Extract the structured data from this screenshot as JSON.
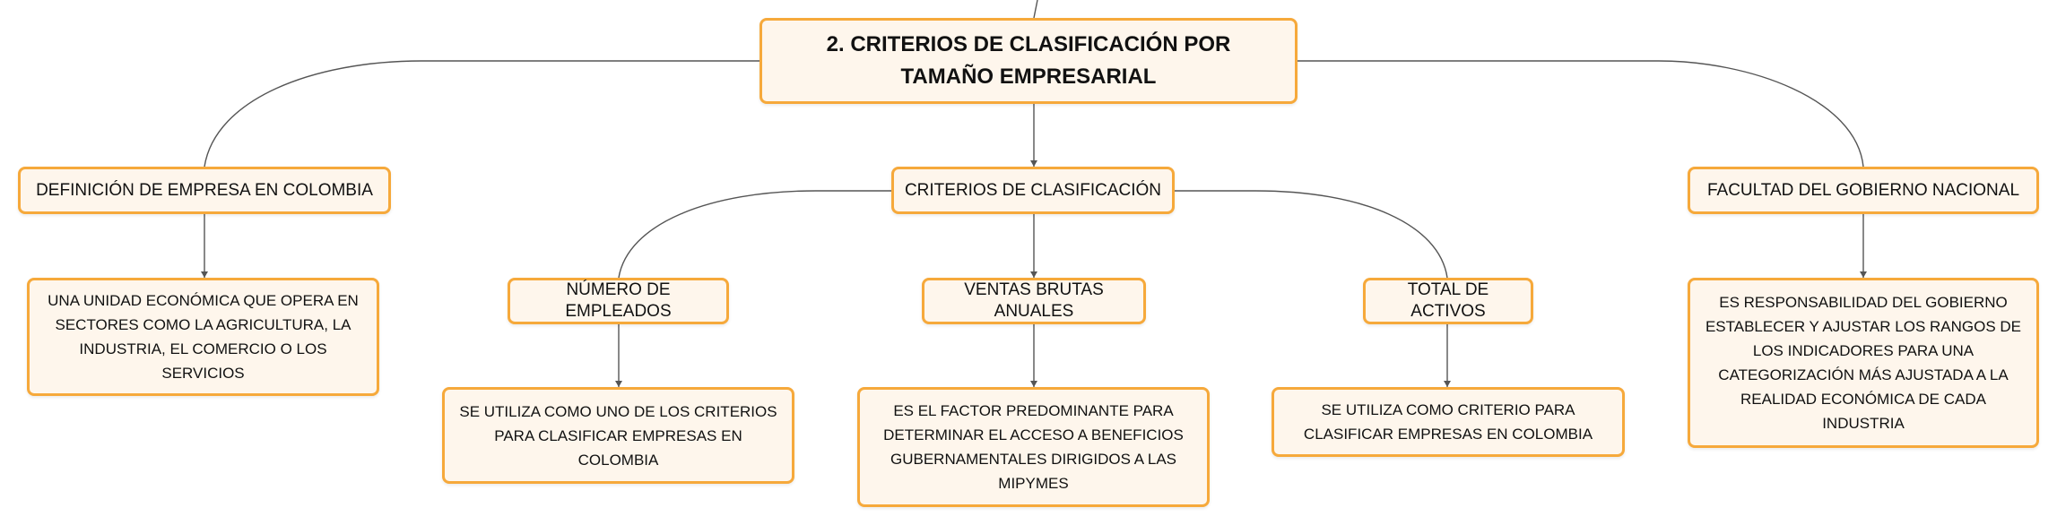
{
  "root": {
    "label": "2. CRITERIOS DE CLASIFICACIÓN POR TAMAÑO EMPRESARIAL"
  },
  "branches": {
    "definicion": {
      "label": "DEFINICIÓN DE EMPRESA EN COLOMBIA"
    },
    "criterios": {
      "label": "CRITERIOS DE CLASIFICACIÓN"
    },
    "facultad": {
      "label": "FACULTAD DEL GOBIERNO NACIONAL"
    }
  },
  "criteria": {
    "empleados": {
      "label": "NÚMERO DE EMPLEADOS"
    },
    "ventas": {
      "label": "VENTAS BRUTAS ANUALES"
    },
    "activos": {
      "label": "TOTAL DE ACTIVOS"
    }
  },
  "details": {
    "definicion": "UNA UNIDAD ECONÓMICA QUE OPERA EN SECTORES COMO LA AGRICULTURA, LA INDUSTRIA, EL COMERCIO O LOS SERVICIOS",
    "empleados": "SE UTILIZA COMO UNO DE LOS CRITERIOS PARA CLASIFICAR EMPRESAS EN COLOMBIA",
    "ventas": "ES EL FACTOR PREDOMINANTE PARA DETERMINAR EL ACCESO A BENEFICIOS GUBERNAMENTALES DIRIGIDOS A LAS MIPYMES",
    "activos": "SE UTILIZA COMO CRITERIO PARA CLASIFICAR EMPRESAS EN COLOMBIA",
    "facultad": "ES RESPONSABILIDAD DEL GOBIERNO ESTABLECER Y AJUSTAR LOS RANGOS DE LOS INDICADORES PARA UNA CATEGORIZACIÓN MÁS AJUSTADA A LA REALIDAD ECONÓMICA DE CADA INDUSTRIA"
  },
  "colors": {
    "border": "#f6a93b",
    "fill": "#fef6ec",
    "line": "#555555"
  }
}
